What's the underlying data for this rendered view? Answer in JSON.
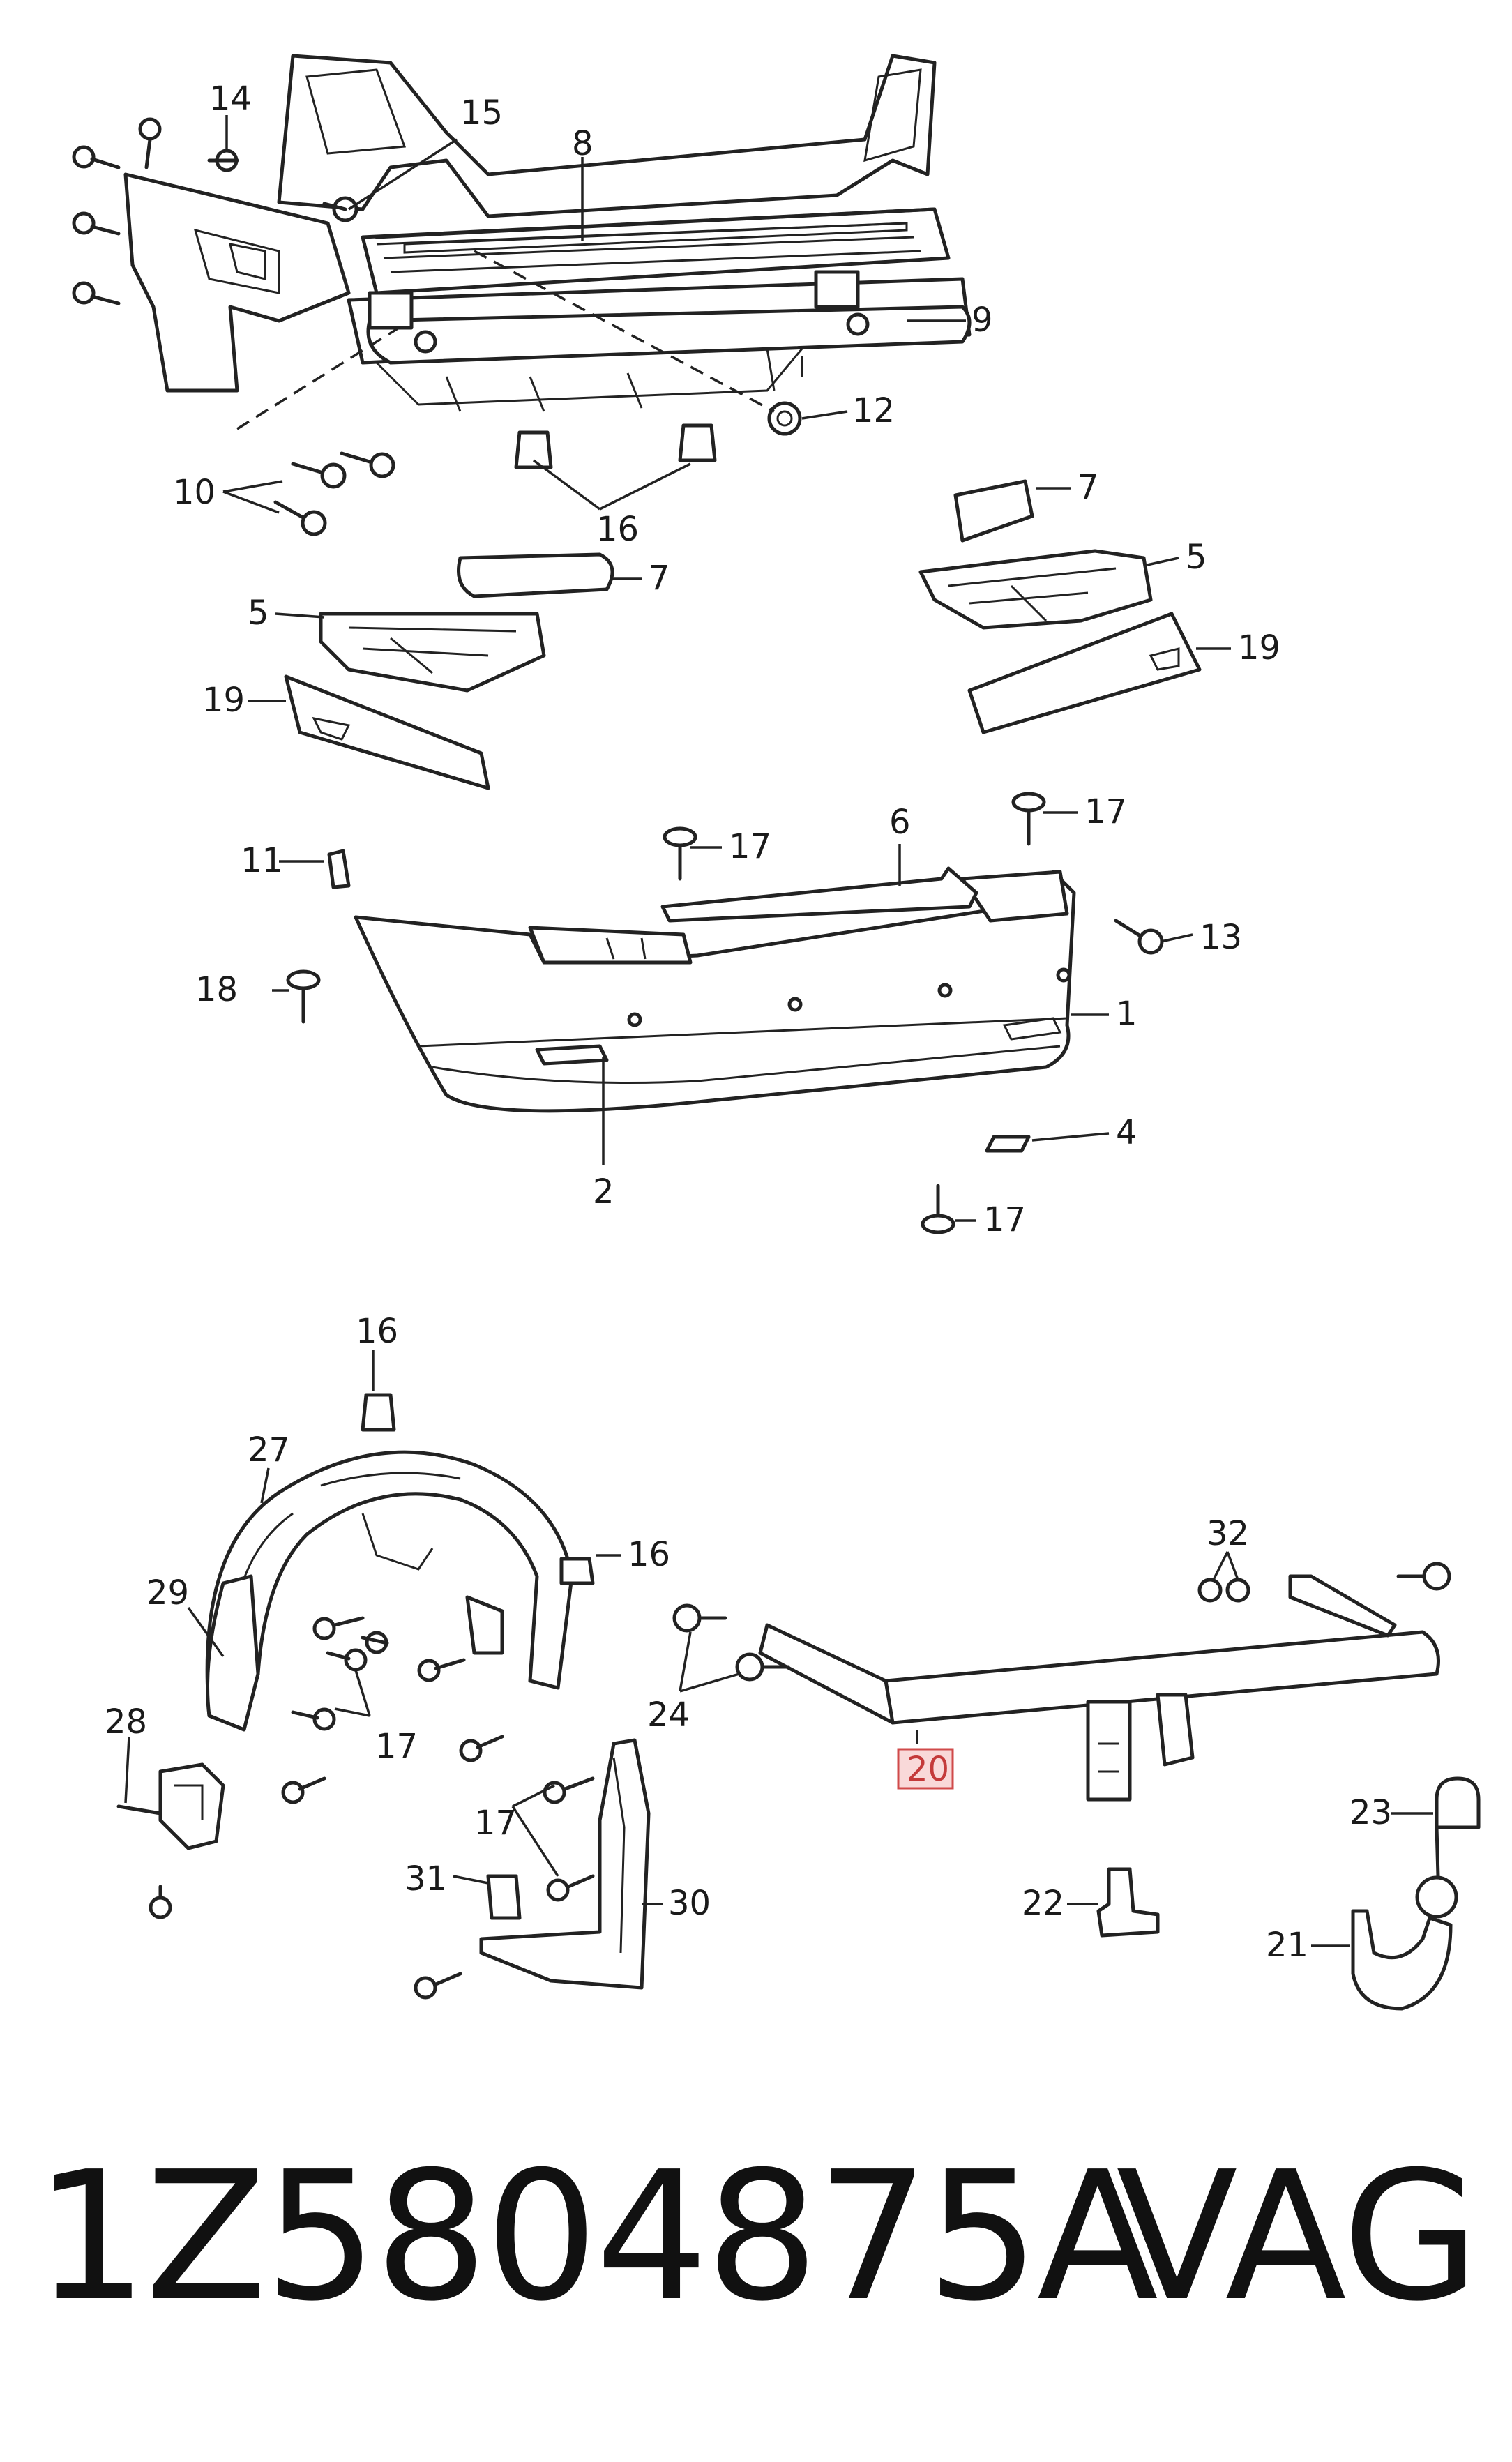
{
  "callouts": {
    "c1": "1",
    "c2": "2",
    "c4": "4",
    "c5a": "5",
    "c5b": "5",
    "c6": "6",
    "c7a": "7",
    "c7b": "7",
    "c8": "8",
    "c9": "9",
    "c10": "10",
    "c11": "11",
    "c12": "12",
    "c13": "13",
    "c14": "14",
    "c15": "15",
    "c16a": "16",
    "c16b": "16",
    "c16c": "16",
    "c17a": "17",
    "c17b": "17",
    "c17c": "17",
    "c17d": "17",
    "c17e": "17",
    "c18": "18",
    "c19a": "19",
    "c19b": "19",
    "c20": "20",
    "c21": "21",
    "c22": "22",
    "c23": "23",
    "c24": "24",
    "c27": "27",
    "c28": "28",
    "c29": "29",
    "c30": "30",
    "c31": "31",
    "c32": "32"
  },
  "highlighted_callout": "20",
  "highlight_color": "#d04a4a",
  "footer": {
    "part_number": "1Z5804875A",
    "maker": "VAG"
  }
}
